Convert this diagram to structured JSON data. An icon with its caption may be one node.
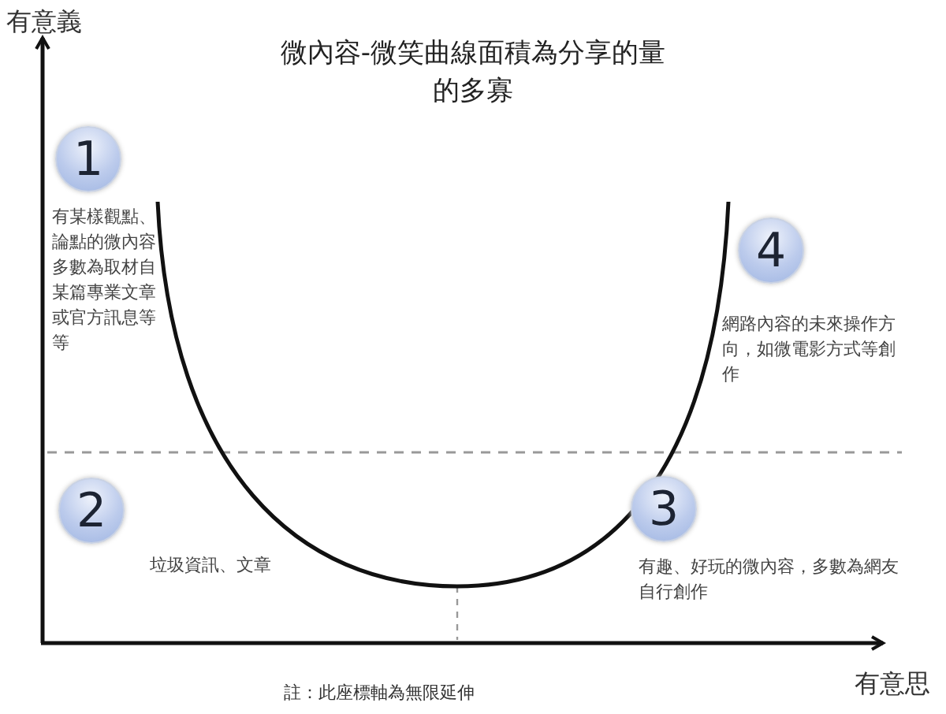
{
  "diagram": {
    "title": "微內容-微笑曲線面積為分享的量的多寡",
    "caption": "註：此座標軸為無限延伸",
    "nodes": [
      {
        "text": [
          "1"
        ],
        "beside": [
          "有某樣觀點、論點的微內容多數為取材自某篇專業文章或官方訊息等等"
        ]
      },
      {
        "text": [
          "4"
        ],
        "beside": [
          "網路內容的未來操作方向，如微電影方式等創作"
        ]
      },
      {
        "text": [
          "2"
        ],
        "beside": [
          "垃圾資訊、文章"
        ]
      },
      {
        "text": [
          "3"
        ],
        "beside": [
          "有趣、好玩的微內容，多數為網友自行創作"
        ]
      }
    ],
    "labels": [
      "有意義",
      "有意思"
    ]
  }
}
